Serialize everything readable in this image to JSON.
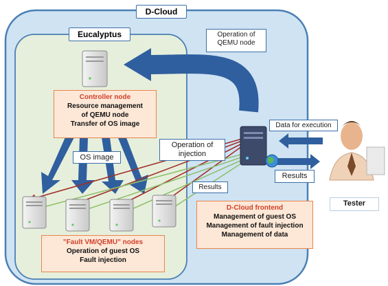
{
  "containers": {
    "dcloud_title": "D-Cloud",
    "eucalyptus_title": "Eucalyptus"
  },
  "controller": {
    "heading": "Controller node",
    "lines": [
      "Resource management",
      "of QEMU  node",
      "Transfer of OS image"
    ]
  },
  "frontend": {
    "heading": "D-Cloud frontend",
    "lines": [
      "Management of guest OS",
      "Management of fault injection",
      "Management of data"
    ]
  },
  "fault_nodes": {
    "heading": "\"Fault VM/QEMU\" nodes",
    "lines": [
      "Operation of guest OS",
      "Fault injection"
    ]
  },
  "labels": {
    "operation_qemu": [
      "Operation of",
      "QEMU node"
    ],
    "os_image": "OS image",
    "operation_injection": [
      "Operation of",
      "injection"
    ],
    "results_inner": "Results",
    "data_for_execution": "Data for execution",
    "results_outer": "Results",
    "tester": "Tester"
  },
  "colors": {
    "dcloud_fill": "#cfe3f3",
    "dcloud_stroke": "#4a7fb3",
    "eucalyptus_fill": "#e6efdc",
    "arrow_blue": "#2f5f9e",
    "red_line": "#a0302a",
    "green_line": "#8fc06b",
    "panel_fill": "#fde8d7",
    "panel_border": "#e8834a",
    "heading_red": "#d0402a"
  },
  "icons": {
    "server": "server-icon",
    "globe": "globe-icon",
    "person": "tester-person-icon"
  }
}
